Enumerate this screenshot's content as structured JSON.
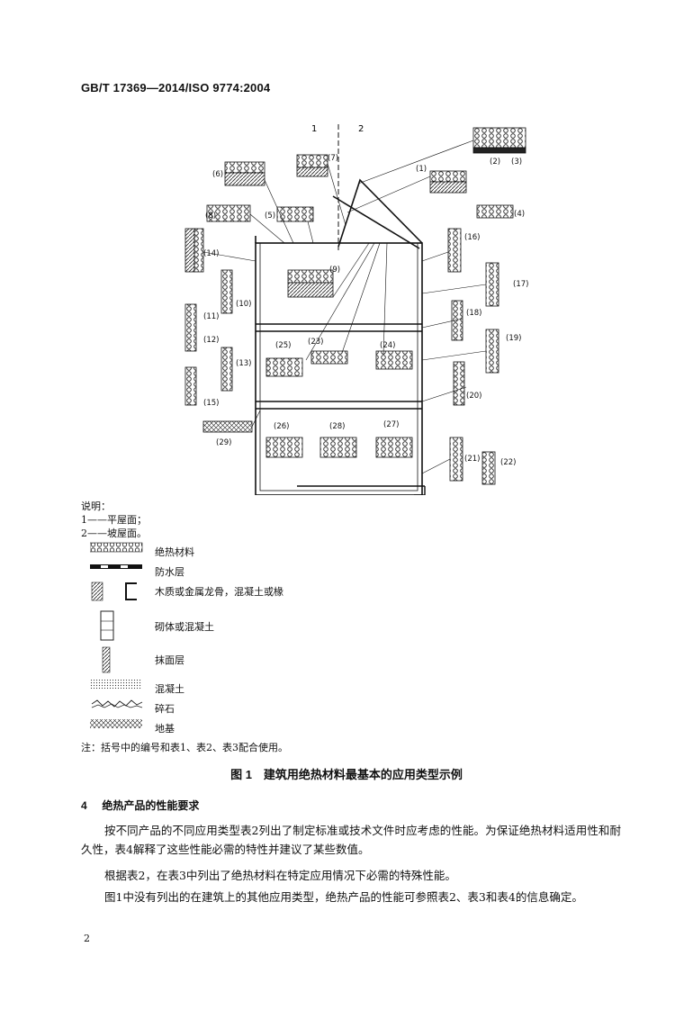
{
  "header": {
    "standard_no": "GB/T 17369—2014/ISO 9774:2004"
  },
  "figure": {
    "zone_labels": [
      "1",
      "2"
    ],
    "callouts": [
      "(1)",
      "(2)",
      "(3)",
      "(4)",
      "(5)",
      "(6)",
      "(7)",
      "(8)",
      "(9)",
      "(10)",
      "(11)",
      "(12)",
      "(13)",
      "(14)",
      "(15)",
      "(16)",
      "(17)",
      "(18)",
      "(19)",
      "(20)",
      "(21)",
      "(22)",
      "(23)",
      "(24)",
      "(25)",
      "(26)",
      "(27)",
      "(28)",
      "(29)"
    ]
  },
  "legend": {
    "title": "说明：",
    "lines": [
      "1——平屋面；",
      "2——坡屋面。"
    ],
    "items": [
      {
        "symbol": "insulation",
        "label": "绝热材料"
      },
      {
        "symbol": "waterproof",
        "label": "防水层"
      },
      {
        "symbol": "wood-metal",
        "label": "木质或金属龙骨，混凝土或椽"
      },
      {
        "symbol": "masonry",
        "label": "砌体或混凝土"
      },
      {
        "symbol": "render",
        "label": "抹面层"
      },
      {
        "symbol": "concrete",
        "label": "混凝土"
      },
      {
        "symbol": "gravel",
        "label": "碎石"
      },
      {
        "symbol": "subgrade",
        "label": "地基"
      }
    ]
  },
  "note": "注：括号中的编号和表1、表2、表3配合使用。",
  "caption": "图 1　建筑用绝热材料最基本的应用类型示例",
  "section": {
    "number": "4",
    "title": "绝热产品的性能要求"
  },
  "paragraphs": [
    "按不同产品的不同应用类型表2列出了制定标准或技术文件时应考虑的性能。为保证绝热材料适用性和耐久性，表4解释了这些性能必需的特性并建议了某些数值。",
    "根据表2，在表3中列出了绝热材料在特定应用情况下必需的特殊性能。",
    "图1中没有列出的在建筑上的其他应用类型，绝热产品的性能可参照表2、表3和表4的信息确定。"
  ],
  "page_number": "2"
}
